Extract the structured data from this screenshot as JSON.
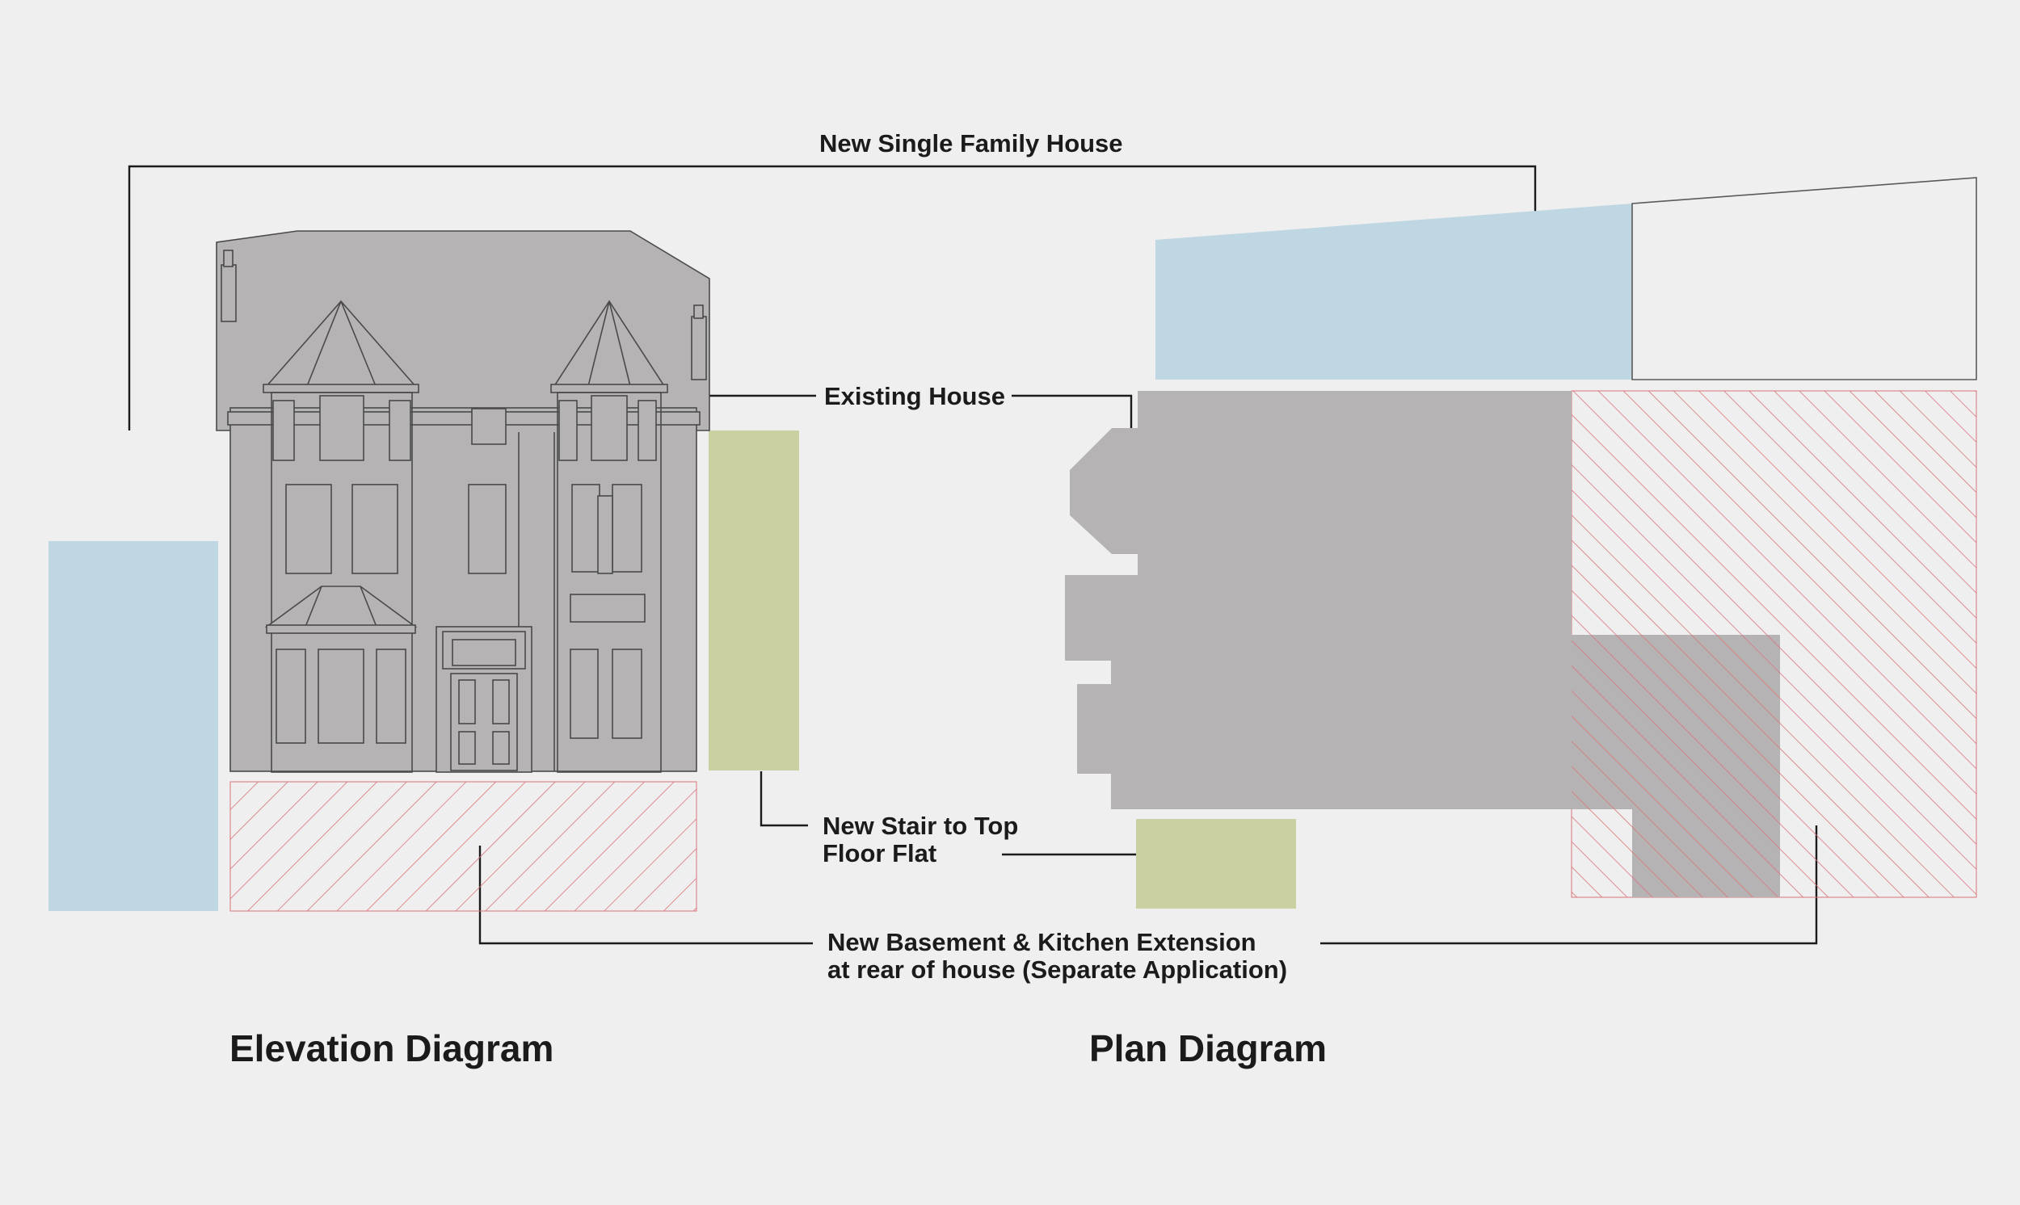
{
  "labels": {
    "new_single_family_house": "New Single Family House",
    "existing_house": "Existing House",
    "new_stair_line1": "New Stair to Top",
    "new_stair_line2": "Floor Flat",
    "basement_line1": "New Basement & Kitchen Extension",
    "basement_line2": "at rear of house (Separate Application)"
  },
  "titles": {
    "elevation": "Elevation Diagram",
    "plan": "Plan Diagram"
  },
  "colors": {
    "background": "#efefef",
    "new_house_blue": "#bfd7e2",
    "existing_house_grey": "#b6b3b4",
    "stair_green": "#cad0a1",
    "basement_hatch_red": "#d9737a",
    "leader_line": "#1b1b1b"
  }
}
